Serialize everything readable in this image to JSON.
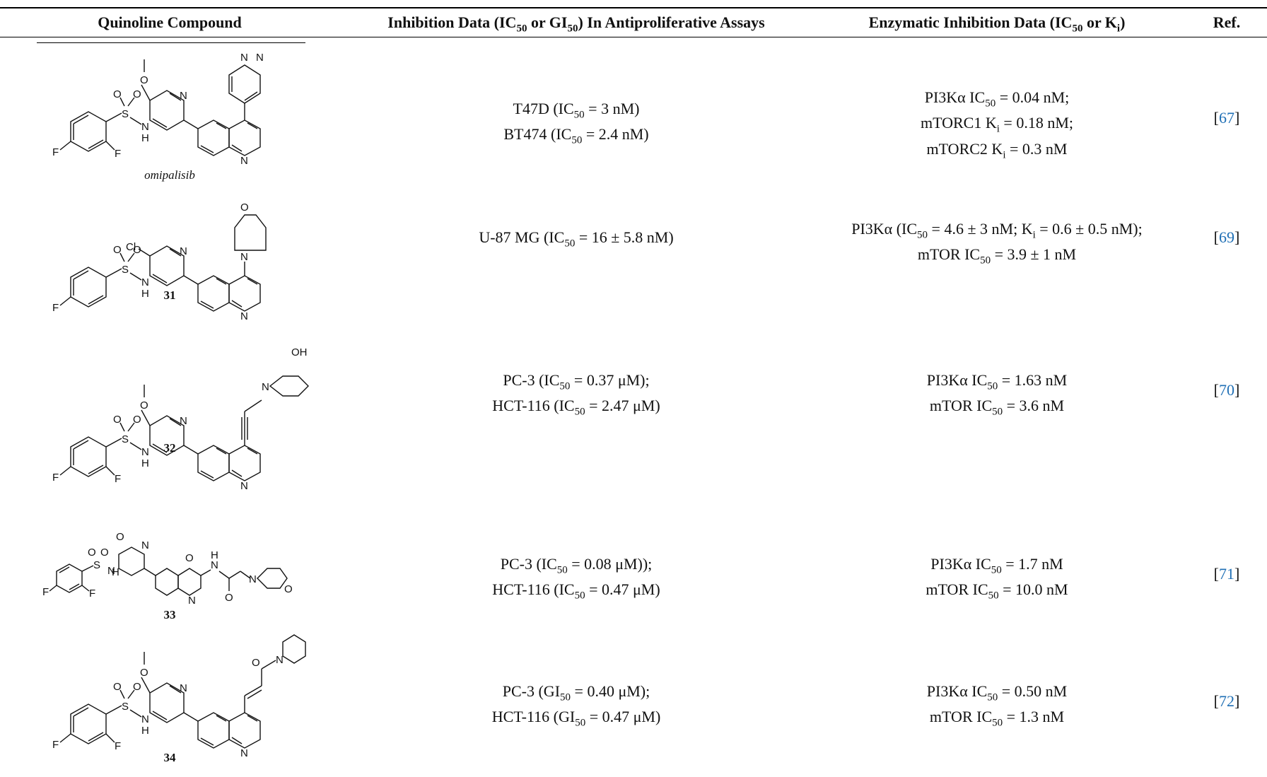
{
  "headers": {
    "compound": "Quinoline Compound",
    "antiproliferative_pre": "Inhibition Data (IC",
    "antiproliferative_sub1": "50",
    "antiproliferative_mid": " or GI",
    "antiproliferative_sub2": "50",
    "antiproliferative_post": ") In Antiproliferative Assays",
    "enzymatic_pre": "Enzymatic Inhibition Data (IC",
    "enzymatic_sub1": "50",
    "enzymatic_mid": " or K",
    "enzymatic_sub2": "i",
    "enzymatic_post": ")",
    "ref": "Ref."
  },
  "rows": [
    {
      "label": "omipalisib",
      "anti": [
        {
          "pre": "T47D (IC",
          "sub": "50",
          "post": " = 3 nM)"
        },
        {
          "pre": "BT474 (IC",
          "sub": "50",
          "post": " = 2.4 nM)"
        }
      ],
      "enz": [
        {
          "pre": "PI3Kα IC",
          "sub": "50",
          "post": " = 0.04 nM;"
        },
        {
          "pre": "mTORC1 K",
          "sub": "i",
          "post": " = 0.18 nM;"
        },
        {
          "pre": "mTORC2 K",
          "sub": "i",
          "post": " = 0.3 nM"
        }
      ],
      "ref": "67"
    },
    {
      "label": "31",
      "anti": [
        {
          "pre": "U-87 MG (IC",
          "sub": "50",
          "post": " = 16 ± 5.8 nM)"
        }
      ],
      "enz": [
        {
          "pre": "PI3Kα (IC",
          "sub": "50",
          "post": " = 4.6 ± 3 nM; K",
          "sub2": "i",
          "post2": " = 0.6 ± 0.5 nM);"
        },
        {
          "pre": "mTOR IC",
          "sub": "50",
          "post": " = 3.9 ± 1 nM"
        }
      ],
      "ref": "69"
    },
    {
      "label": "32",
      "anti": [
        {
          "pre": "PC-3 (IC",
          "sub": "50",
          "post": " = 0.37 μM);"
        },
        {
          "pre": "HCT-116 (IC",
          "sub": "50",
          "post": " = 2.47 μM)"
        }
      ],
      "enz": [
        {
          "pre": "PI3Kα IC",
          "sub": "50",
          "post": " = 1.63 nM"
        },
        {
          "pre": "mTOR IC",
          "sub": "50",
          "post": " = 3.6 nM"
        }
      ],
      "ref": "70"
    },
    {
      "label": "33",
      "anti": [
        {
          "pre": "PC-3 (IC",
          "sub": "50",
          "post": " = 0.08 μM));"
        },
        {
          "pre": "HCT-116 (IC",
          "sub": "50",
          "post": " = 0.47 μM)"
        }
      ],
      "enz": [
        {
          "pre": "PI3Kα IC",
          "sub": "50",
          "post": " = 1.7 nM"
        },
        {
          "pre": "mTOR IC",
          "sub": "50",
          "post": " = 10.0 nM"
        }
      ],
      "ref": "71"
    },
    {
      "label": "34",
      "anti": [
        {
          "pre": "PC-3 (GI",
          "sub": "50",
          "post": " = 0.40 μM);"
        },
        {
          "pre": "HCT-116 (GI",
          "sub": "50",
          "post": " = 0.47 μM)"
        }
      ],
      "enz": [
        {
          "pre": "PI3Kα IC",
          "sub": "50",
          "post": " = 0.50 nM"
        },
        {
          "pre": "mTOR IC",
          "sub": "50",
          "post": " = 1.3 nM"
        }
      ],
      "ref": "72"
    }
  ],
  "atoms": {
    "F": "F",
    "N": "N",
    "H": "H",
    "O": "O",
    "S": "S",
    "Cl": "Cl",
    "OH": "OH"
  },
  "bracket_open": "[",
  "bracket_close": "]",
  "colors": {
    "link": "#1f6fb5",
    "text": "#111111",
    "rule": "#000000"
  }
}
